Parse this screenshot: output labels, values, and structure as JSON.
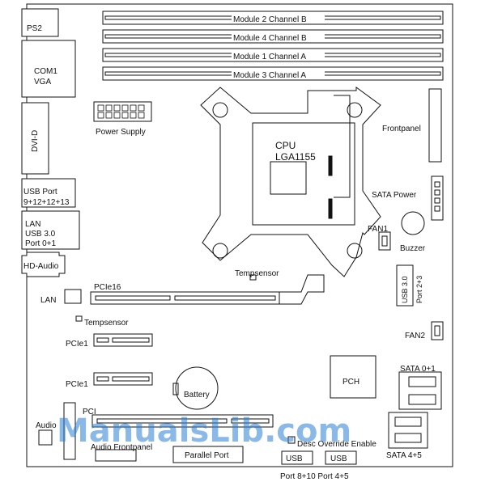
{
  "diagram": {
    "labels": {
      "ps2": "PS2",
      "com1": "COM1",
      "vga": "VGA",
      "dvid": "DVI-D",
      "usb_port": "USB Port",
      "usb_ports_nums": "9+12+12+13",
      "lan": "LAN",
      "usb30": "USB 3.0",
      "port01": "Port 0+1",
      "hd_audio": "HD-Audio",
      "lan_chip": "LAN",
      "power_supply": "Power Supply",
      "module2": "Module 2 Channel B",
      "module4": "Module 4 Channel B",
      "module1": "Module 1 Channel A",
      "module3": "Module 3 Channel A",
      "cpu": "CPU",
      "lga": "LGA1155",
      "frontpanel": "Frontpanel",
      "sata_power": "SATA Power",
      "fan1": "FAN1",
      "buzzer": "Buzzer",
      "tempsensor_top": "Tempsensor",
      "pcie16": "PCIe16",
      "tempsensor_left": "Tempsensor",
      "usb30_right": "USB 3.0",
      "port23": "Port 2+3",
      "fan2": "FAN2",
      "pcie1_a": "PCIe1",
      "pcie1_b": "PCIe1",
      "battery": "Battery",
      "pch": "PCH",
      "sata01": "SATA 0+1",
      "pci": "PCI",
      "audio": "Audio",
      "audio_frontpanel": "Audio Frontpanel",
      "parallel_port": "Parallel Port",
      "desc_override": "Desc Override Enable",
      "usb_a": "USB",
      "usb_b": "USB",
      "sata45": "SATA 4+5",
      "port_bottom": "Port 8+10 Port 4+5"
    },
    "watermark": "ManualsLib.com"
  }
}
